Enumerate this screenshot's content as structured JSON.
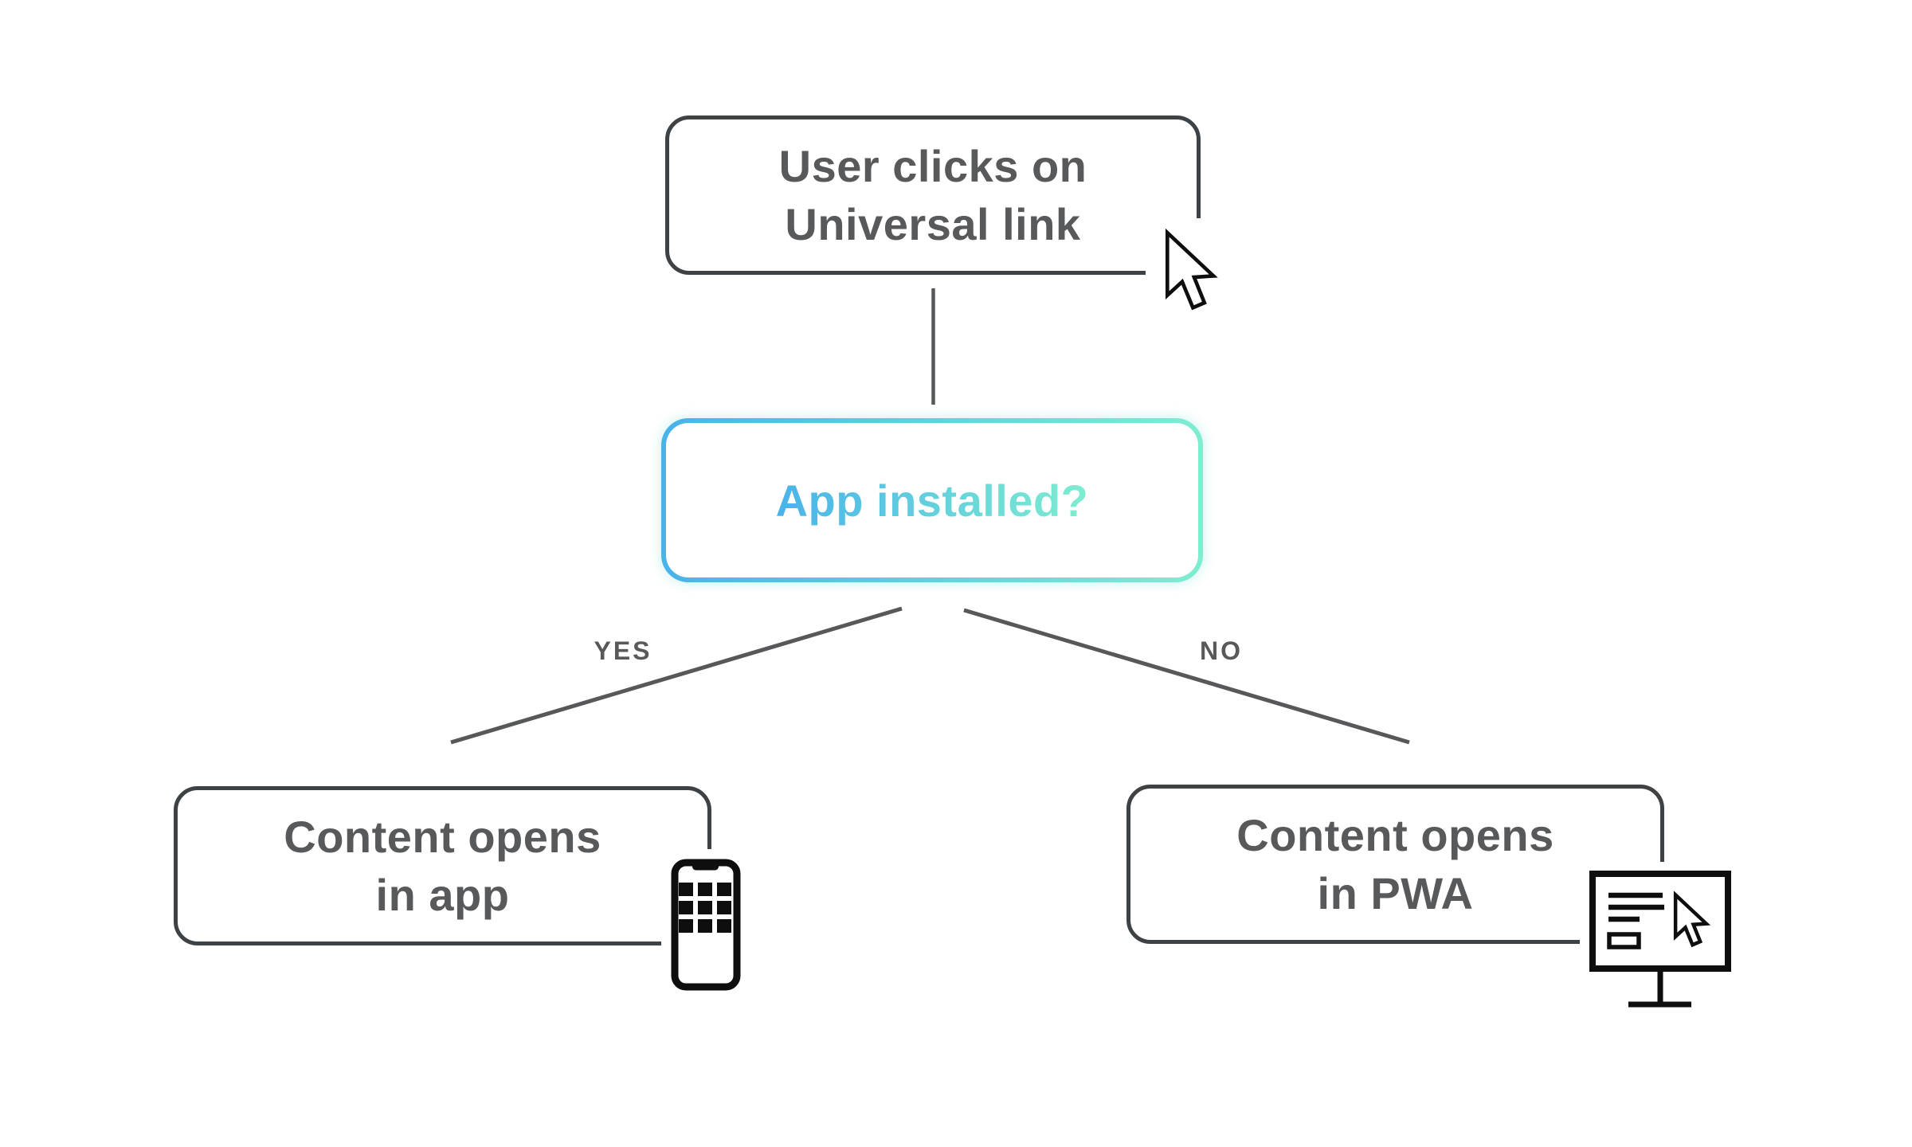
{
  "diagram": {
    "nodes": {
      "start": {
        "line1": "User clicks on",
        "line2": "Universal link"
      },
      "decision": {
        "label": "App installed?"
      },
      "result_yes": {
        "line1": "Content opens",
        "line2": "in app"
      },
      "result_no": {
        "line1": "Content opens",
        "line2": "in PWA"
      }
    },
    "edge_labels": {
      "yes": "YES",
      "no": "NO"
    },
    "icons": {
      "start": "pointer-cursor-icon",
      "result_yes": "smartphone-app-grid-icon",
      "result_no": "monitor-pointer-icon"
    },
    "colors": {
      "background": "#ffffff",
      "text_gray": "#58595b",
      "line_gray": "#57585a",
      "box_border": "#3f4245",
      "gradient_start": "#49b3ea",
      "gradient_end": "#7fedd0",
      "icon_black": "#0e0e0e"
    }
  }
}
